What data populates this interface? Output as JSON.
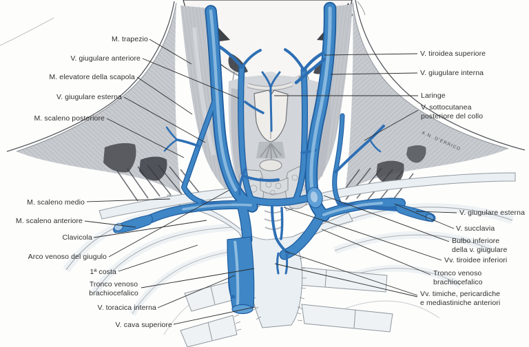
{
  "figure": {
    "signature": "A.N. D'ERRICO",
    "labels": {
      "left": [
        {
          "id": "m-trapezio",
          "text": "M. trapezio"
        },
        {
          "id": "v-giugulare-anteriore",
          "text": "V. giugulare anteriore"
        },
        {
          "id": "m-elevatore-della-scapola",
          "text": "M. elevatore della scapola"
        },
        {
          "id": "v-giugulare-esterna-sx",
          "text": "V. giugulare esterna"
        },
        {
          "id": "m-scaleno-posteriore",
          "text": "M. scaleno posteriore"
        },
        {
          "id": "m-scaleno-medio",
          "text": "M. scaleno medio"
        },
        {
          "id": "m-scaleno-anteriore",
          "text": "M. scaleno anteriore"
        },
        {
          "id": "clavicola",
          "text": "Clavicola"
        },
        {
          "id": "arco-venoso-del-giugulo",
          "text": "Arco venoso del giugulo"
        },
        {
          "id": "prima-costa",
          "text": "1ª costa"
        },
        {
          "id": "tronco-venoso-brachiocefalico-sx",
          "text": "Tronco venoso\nbrachiocefalico"
        },
        {
          "id": "v-toracica-interna",
          "text": "V. toracica interna"
        },
        {
          "id": "v-cava-superiore",
          "text": "V. cava superiore"
        }
      ],
      "right": [
        {
          "id": "v-tiroidea-superiore",
          "text": "V. tiroidea superiore"
        },
        {
          "id": "v-giugulare-interna",
          "text": "V. giugulare interna"
        },
        {
          "id": "laringe",
          "text": "Laringe"
        },
        {
          "id": "v-sottocutanea-posteriore-del-collo",
          "text": "V. sottocutanea\nposteriore del collo"
        },
        {
          "id": "v-giugulare-esterna-dx",
          "text": "V. giugulare esterna"
        },
        {
          "id": "v-succlavia",
          "text": "V. succlavia"
        },
        {
          "id": "bulbo-inferiore-della-v-giugulare",
          "text": "Bulbo inferiore\ndella v. giugulare"
        },
        {
          "id": "vv-tiroidee-inferiori",
          "text": "Vv. tiroidee inferiori"
        },
        {
          "id": "tronco-venoso-brachiocefalico-dx",
          "text": "Tronco venoso\nbrachiocefalico"
        },
        {
          "id": "vv-timiche-pericardiche",
          "text": "Vv. timiche, pericardiche\ne mediastiniche anteriori"
        }
      ]
    },
    "colors": {
      "vein_blue": "#3E86C5",
      "vein_dark": "#1E5B9E",
      "vein_light": "#8FBCE0",
      "bone_pale": "#E9EFF2",
      "pencil_gray": "#C7CBD0",
      "ink": "#2B2B2B"
    }
  }
}
